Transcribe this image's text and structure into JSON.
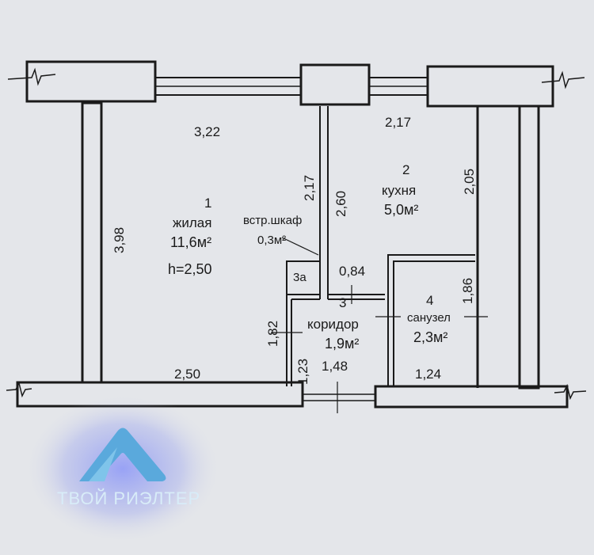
{
  "rooms": {
    "living": {
      "number": "1",
      "name": "жилая",
      "area": "11,6м²",
      "height": "h=2,50"
    },
    "kitchen": {
      "number": "2",
      "name": "кухня",
      "area": "5,0м²"
    },
    "corridor": {
      "number": "3",
      "name": "коридор",
      "area": "1,9м²"
    },
    "closet": {
      "number": "3а",
      "name": "встр.шкаф",
      "area": "0,3м²"
    },
    "bathroom": {
      "number": "4",
      "name": "санузел",
      "area": "2,3м²"
    }
  },
  "dimensions": {
    "living_width_top": "3,22",
    "living_width_bottom": "2,50",
    "living_depth": "3,98",
    "partition_1": "2,17",
    "partition_2": "2,60",
    "kitchen_width": "2,17",
    "kitchen_depth": "2,05",
    "corridor_niche": "0,84",
    "bath_depth": "1,86",
    "corridor_left": "1,82",
    "corridor_left_lower": "1,23",
    "corridor_width": "1,48",
    "bath_width": "1,24"
  },
  "watermark": {
    "text": "ТВОЙ РИЭЛТЕР"
  },
  "colors": {
    "paper": "#e4e6ea",
    "ink": "#1a1a1a",
    "logo": "#5aa9dc"
  }
}
